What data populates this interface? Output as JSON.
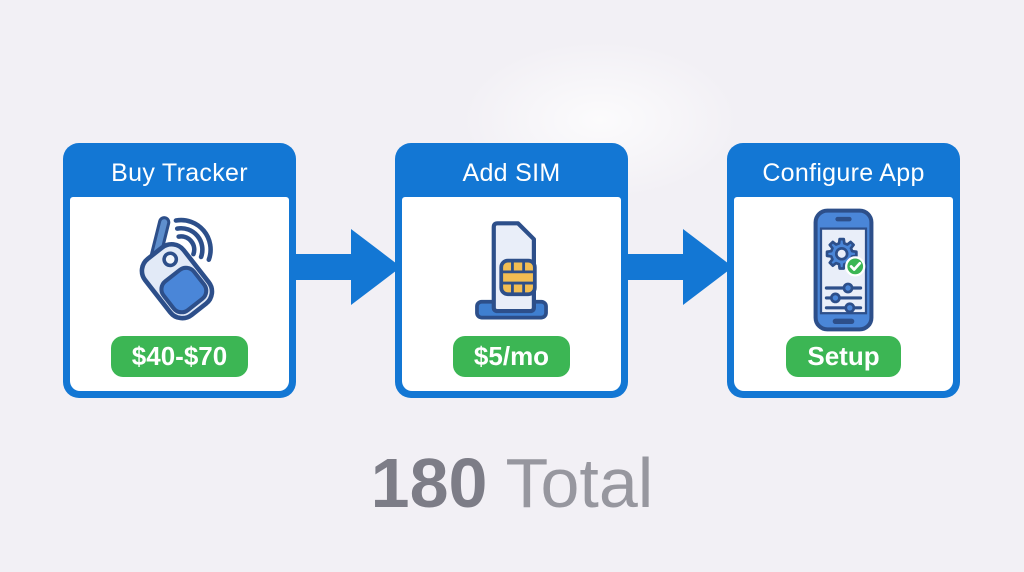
{
  "canvas": {
    "background": "#f2f0f5"
  },
  "palette": {
    "blue": "#1377d4",
    "navy_outline": "#2d4f8a",
    "icon_panel_blue": "#4a86d8",
    "icon_light": "#e9eef9",
    "badge_green": "#3cb654",
    "chip_gold": "#f2bd52",
    "total_value_gray": "#7d7d87",
    "total_label_gray": "#97979f",
    "card_body_white": "#ffffff"
  },
  "flow": {
    "steps": [
      {
        "title": "Buy Tracker",
        "icon": "gps-tracker-icon",
        "badge": "$40-$70"
      },
      {
        "title": "Add SIM",
        "icon": "sim-card-icon",
        "badge": "$5/mo"
      },
      {
        "title": "Configure App",
        "icon": "phone-settings-icon",
        "badge": "Setup"
      }
    ]
  },
  "total": {
    "value": "180",
    "label": "Total"
  }
}
